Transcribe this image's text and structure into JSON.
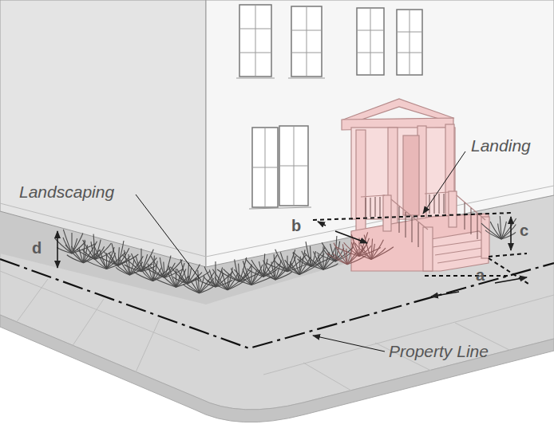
{
  "diagram": {
    "labels": [
      "Landscaping",
      "Landing",
      "Property Line",
      "a",
      "b",
      "c",
      "d"
    ]
  }
}
